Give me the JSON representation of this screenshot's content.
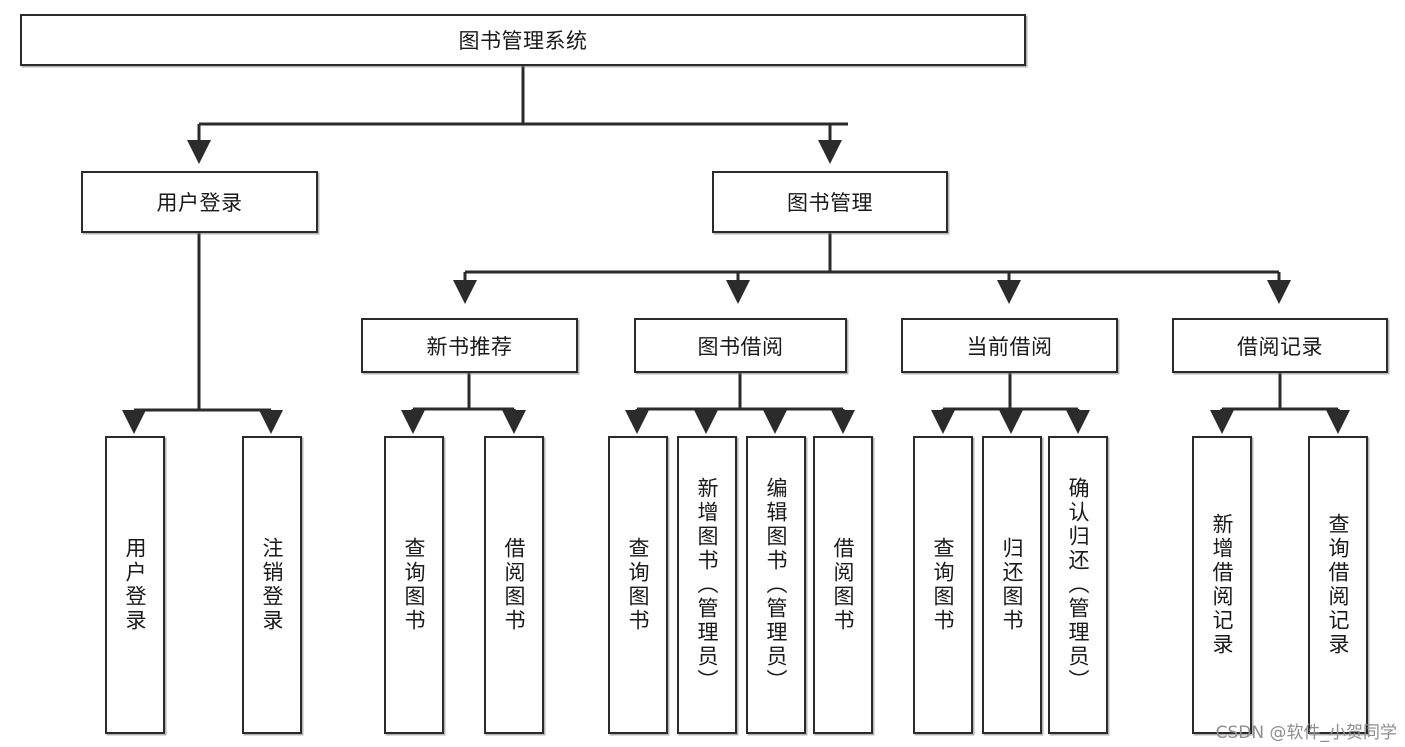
{
  "diagram": {
    "title": "图书管理系统",
    "type": "tree",
    "root": {
      "label": "图书管理系统"
    },
    "level2": [
      {
        "label": "用户登录"
      },
      {
        "label": "图书管理"
      }
    ],
    "level3": [
      {
        "label": "新书推荐"
      },
      {
        "label": "图书借阅"
      },
      {
        "label": "当前借阅"
      },
      {
        "label": "借阅记录"
      }
    ],
    "leaves": {
      "user_login": [
        {
          "label": "用户登录"
        },
        {
          "label": "注销登录"
        }
      ],
      "new_book_recommend": [
        {
          "label": "查询图书"
        },
        {
          "label": "借阅图书"
        }
      ],
      "book_borrow": [
        {
          "label": "查询图书"
        },
        {
          "label": "新增图书（管理员）"
        },
        {
          "label": "编辑图书（管理员）"
        },
        {
          "label": "借阅图书"
        }
      ],
      "current_borrow": [
        {
          "label": "查询图书"
        },
        {
          "label": "归还图书"
        },
        {
          "label": "确认归还（管理员）"
        }
      ],
      "borrow_record": [
        {
          "label": "新增借阅记录"
        },
        {
          "label": "查询借阅记录"
        }
      ]
    }
  },
  "watermark": {
    "text": "CSDN @软件_小贺同学"
  },
  "colors": {
    "border": "#2b2b2b",
    "background": "#ffffff",
    "text": "#1a1a1a",
    "watermark": "#8e8e8e"
  }
}
